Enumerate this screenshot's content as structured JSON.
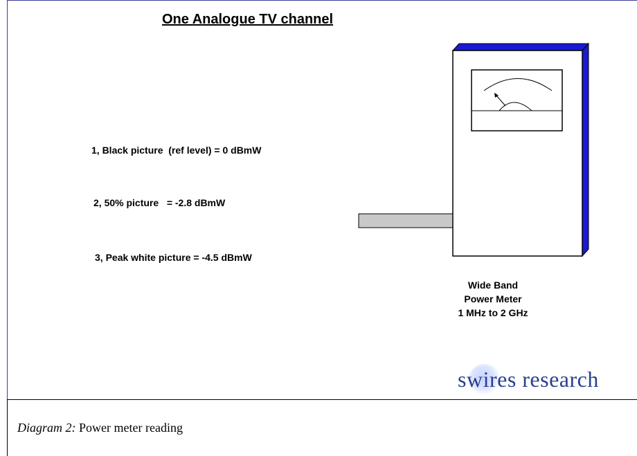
{
  "slide": {
    "title": "One Analogue TV channel",
    "readings": [
      "1, Black picture  (ref level) = 0 dBmW",
      "2, 50% picture   = -2.8 dBmW",
      "3, Peak white picture = -4.5 dBmW"
    ],
    "meter_label": [
      "Wide Band",
      "Power Meter",
      "1 MHz to 2 GHz"
    ],
    "logo": "swires research",
    "colors": {
      "meter_side": "#1a1ad6",
      "arrow_fill": "#c8c8c8",
      "logo_text": "#2a3f8f"
    }
  },
  "caption": {
    "label": "Diagram 2:",
    "text": " Power meter reading"
  }
}
